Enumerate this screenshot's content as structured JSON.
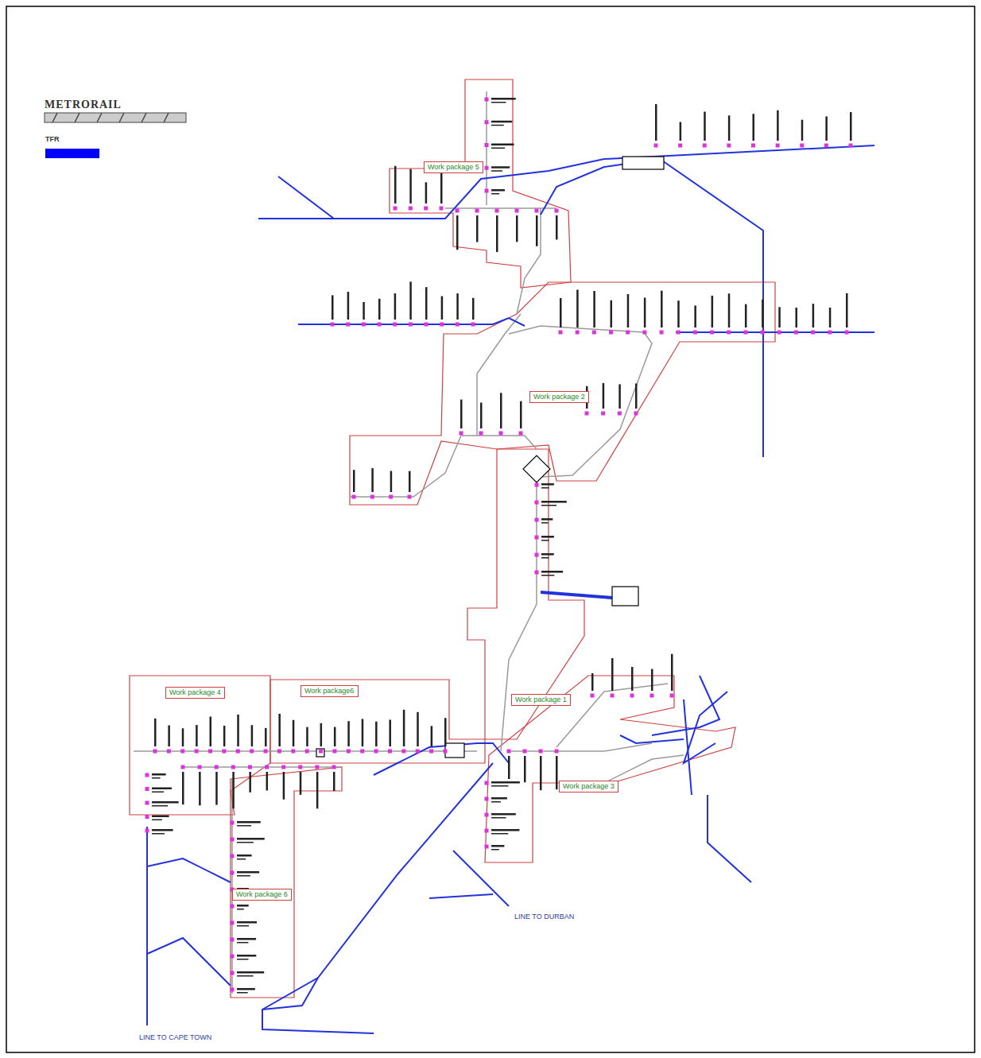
{
  "diagram": {
    "title": "METRORAIL",
    "nodes": [
      {
        "text": [
          "Work package 5"
        ]
      },
      {
        "text": [
          "Work package 2"
        ]
      },
      {
        "text": [
          "Work package 4"
        ]
      },
      {
        "text": [
          "Work package6"
        ]
      },
      {
        "text": [
          "Work package 1"
        ]
      },
      {
        "text": [
          "Work package 3"
        ]
      },
      {
        "text": [
          "Work package 6"
        ]
      }
    ],
    "edges": [],
    "labels": [
      "LINE TO DURBAN",
      "LINE TO CAPE TOWN"
    ],
    "legend": [
      {
        "text": "TFR",
        "color": "#0000ff"
      }
    ]
  }
}
